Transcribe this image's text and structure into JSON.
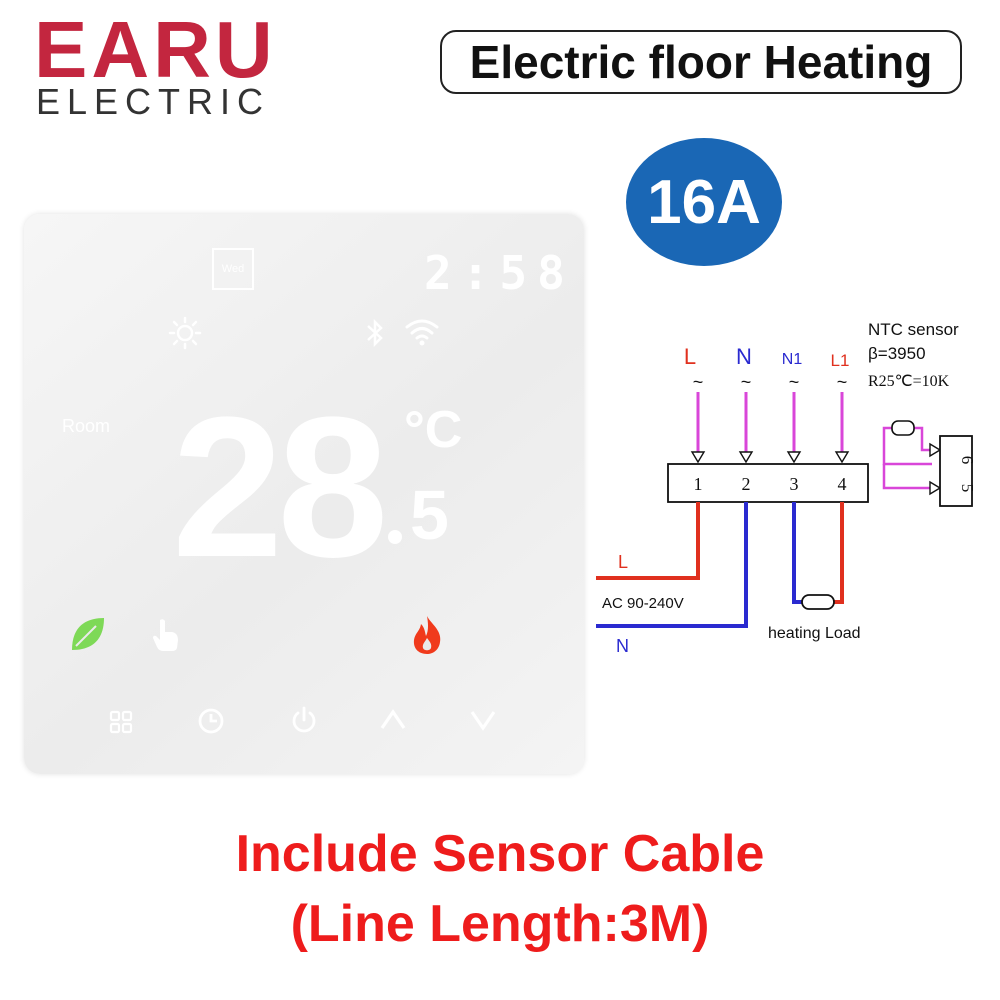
{
  "brand": {
    "name": "EARU",
    "subtitle": "ELECTRIC",
    "name_color": "#c3263f",
    "subtitle_color": "#333333"
  },
  "title": "Electric floor Heating",
  "badge": {
    "label": "16A",
    "color": "#1a67b5"
  },
  "thermostat": {
    "day": "Wed",
    "time": "2:58",
    "room_label": "Room",
    "temperature": "28",
    "decimal": "5",
    "unit": "°C",
    "icons": {
      "sun": "sun-icon",
      "bluetooth": "bluetooth-icon",
      "wifi": "wifi-icon",
      "eco": "leaf-icon",
      "manual": "hand-icon",
      "heating": "flame-icon",
      "menu": "grid-icon",
      "schedule": "clock-icon",
      "power": "power-icon",
      "up": "chevron-up-icon",
      "down": "chevron-down-icon"
    },
    "colors": {
      "eco": "#7ed957",
      "flame": "#f03a1c"
    }
  },
  "wiring": {
    "terminals_top": [
      "L",
      "N",
      "N1",
      "L1"
    ],
    "terminal_numbers": [
      "1",
      "2",
      "3",
      "4"
    ],
    "tilde": "~",
    "sensor_title": "NTC sensor",
    "sensor_beta": "β=3950",
    "sensor_r25": "R25℃=10K",
    "sensor_terminals": [
      "6",
      "5"
    ],
    "supply_l": "L",
    "supply_n": "N",
    "supply_voltage": "AC 90-240V",
    "load_label": "heating Load",
    "colors": {
      "live": "#e0301e",
      "neutral": "#2a2ad0",
      "sensor": "#d946d9"
    }
  },
  "caption": {
    "line1": "Include Sensor Cable",
    "line2": "(Line Length:3M)",
    "color": "#ee1c1c"
  }
}
